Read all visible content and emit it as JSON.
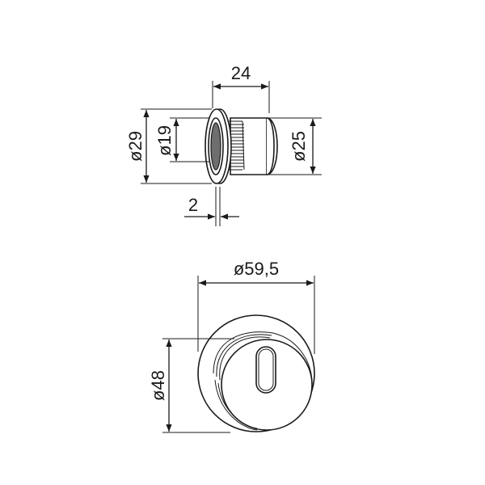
{
  "diagram": {
    "type": "technical-drawing",
    "subject": "cylinder lock with escutcheon rosette",
    "background": "#ffffff",
    "line_color": "#1a1a1a",
    "views": [
      {
        "name": "side-view-cylinder",
        "dimensions": {
          "length": "24",
          "flange_diameter": "ø29",
          "bore_diameter": "ø19",
          "body_diameter": "ø25",
          "flange_thickness": "2"
        }
      },
      {
        "name": "front-view-rosette",
        "dimensions": {
          "outer_diameter": "ø59,5",
          "inner_diameter": "ø48"
        }
      }
    ]
  }
}
